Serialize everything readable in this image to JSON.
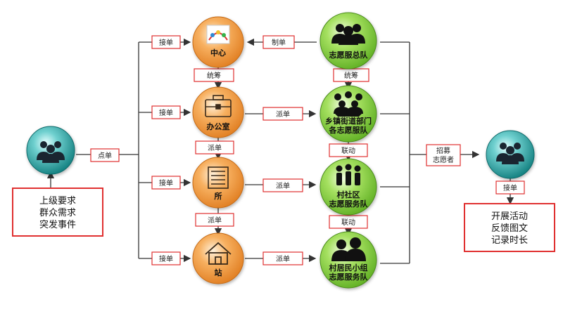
{
  "edge_labels": {
    "dian_dan": "点单",
    "jie_dan_1": "接单",
    "jie_dan_2": "接单",
    "jie_dan_3": "接单",
    "jie_dan_4": "接单",
    "zhi_dan": "制单",
    "tong_chou_left": "统筹",
    "tong_chou_right": "统筹",
    "pai_dan_office_team": "派单",
    "pai_dan_office_down": "派单",
    "pai_dan_suo_team": "派单",
    "pai_dan_suo_down": "派单",
    "pai_dan_zhan_team": "派单",
    "lian_dong_1": "联动",
    "lian_dong_2": "联动",
    "zhao_mu_line1": "招募",
    "zhao_mu_line2": "志愿者",
    "jie_dan_right": "接单"
  },
  "nodes": {
    "center": "中心",
    "office": "办公室",
    "suo": "所",
    "zhan": "站",
    "team_total": "志愿服总队",
    "team_town_line1": "乡镇街道部门",
    "team_town_line2": "各志愿服队",
    "team_village_line1": "村社区",
    "team_village_line2": "志愿服务队",
    "team_group_line1": "村居民小组",
    "team_group_line2": "志愿服务队"
  },
  "input_box": {
    "line1": "上级要求",
    "line2": "群众需求",
    "line3": "突发事件"
  },
  "output_box": {
    "line1": "开展活动",
    "line2": "反馈图文",
    "line3": "记录时长"
  },
  "colors": {
    "teal": "#1a9a9a",
    "orange": "#f0943a",
    "green": "#8fd34a",
    "red_border": "#e03030",
    "line": "#333333"
  }
}
